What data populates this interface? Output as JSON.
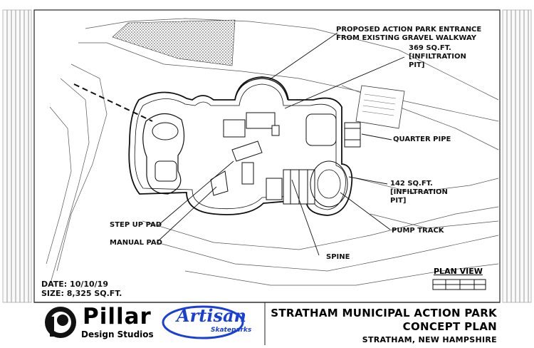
{
  "callouts": {
    "entrance": "PROPOSED ACTION PARK ENTRANCE\nFROM EXISTING GRAVEL WALKWAY",
    "infiltration_1": "369 SQ.FT.\n[INFILTRATION\nPIT]",
    "quarter_pipe": "QUARTER PIPE",
    "infiltration_2": "142 SQ.FT.\n[INFILTRATION\nPIT]",
    "step_up_pad": "STEP UP PAD",
    "manual_pad": "MANUAL PAD",
    "pump_track": "PUMP TRACK",
    "spine": "SPINE"
  },
  "plan_view": "PLAN VIEW",
  "date_line": "DATE: 10/10/19",
  "size_line": "SIZE: 8,325 SQ.FT.",
  "title_block": {
    "line1": "STRATHAM MUNICIPAL ACTION PARK",
    "line2": "CONCEPT PLAN",
    "line3": "STRATHAM, NEW HAMPSHIRE"
  },
  "logos": {
    "pillar_name": "Pillar",
    "pillar_sub": "Design Studios",
    "artisan_name": "Artisan",
    "artisan_sub": "Skateparks"
  },
  "colors": {
    "ink": "#111111",
    "artisan_blue": "#1a3fd6"
  }
}
